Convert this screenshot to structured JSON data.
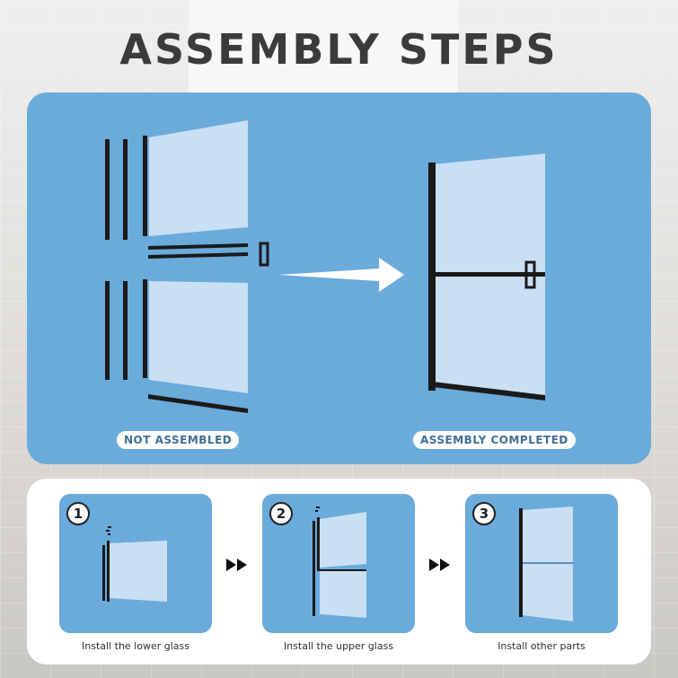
{
  "title": "ASSEMBLY STEPS",
  "labels": {
    "not_assembled": "NOT ASSEMBLED",
    "assembly_completed": "ASSEMBLY COMPLETED"
  },
  "steps": [
    {
      "number": "1",
      "caption": "Install the lower glass"
    },
    {
      "number": "2",
      "caption": "Install the upper glass"
    },
    {
      "number": "3",
      "caption": "Install other parts"
    }
  ],
  "colors": {
    "panel_blue": "#6aabdb",
    "glass": "#cfe2f5",
    "frame": "#1a1a1a",
    "pill_text": "#3f6e96"
  }
}
